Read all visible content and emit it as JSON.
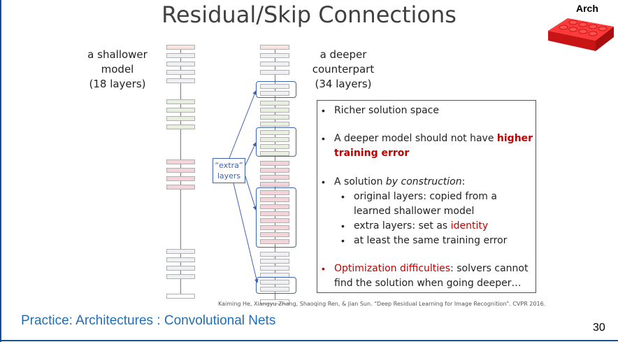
{
  "slide": {
    "title": "Residual/Skip Connections",
    "arch_label": "Arch",
    "shallow_label_1": "a shallower",
    "shallow_label_2": "model",
    "shallow_label_3": "(18 layers)",
    "deep_label_1": "a deeper",
    "deep_label_2": "counterpart",
    "deep_label_3": "(34 layers)",
    "extra_label_1": "“extra”",
    "extra_label_2": "layers",
    "citation": "Kaiming He, Xiangyu Zhang, Shaoqing Ren, & Jian Sun. “Deep Residual Learning for Image Recognition”. CVPR 2016.",
    "footer": "Practice: Architectures : Convolutional Nets",
    "page_number": "30"
  },
  "bullets": {
    "b1": "Richer solution space",
    "b2_pre": "A deeper model should not have ",
    "b2_red1": "higher",
    "b2_red2": "training error",
    "b3_pre": "A solution ",
    "b3_em": "by construction",
    "b3_post": ":",
    "s1a": "original layers: copied from a",
    "s1b": "learned shallower model",
    "s2_pre": "extra layers: set as ",
    "s2_red": "identity",
    "s3": "at least the same training error",
    "b4_red": "Optimization difficulties",
    "b4_post": ": solvers cannot",
    "b4_line2": "find the solution when going deeper…"
  },
  "colors": {
    "accent_blue": "#1f6fb8",
    "highlight_red": "#c00000",
    "box_blue": "#3f63b0",
    "lego_red": "#e02020"
  }
}
